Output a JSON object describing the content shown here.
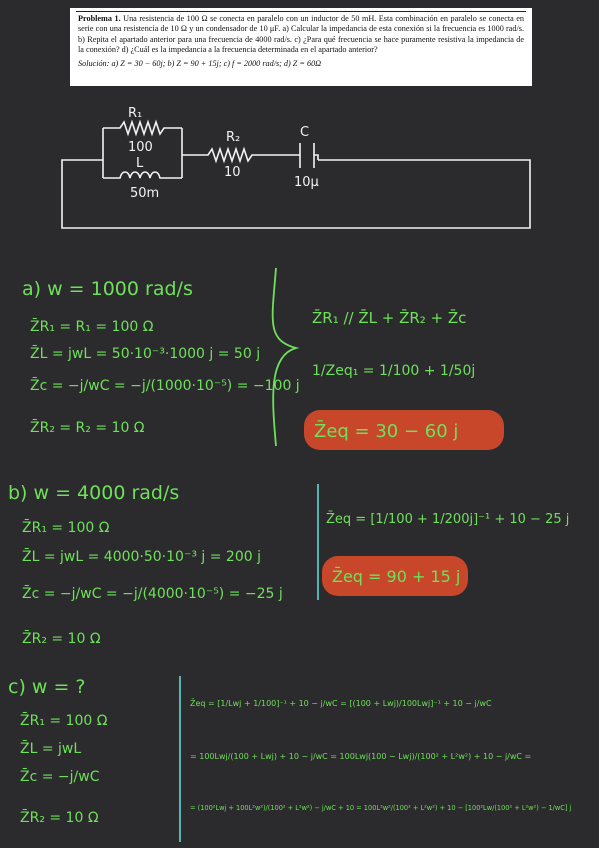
{
  "problem": {
    "number": "Problema 1.",
    "statement": "Una resistencia de 100 Ω se conecta en paralelo con un inductor de 50 mH. Esta combinación en paralelo se conecta en serie con una resistencia de 10 Ω y un condensador de 10 μF. a) Calcular la impedancia de esta conexión si la frecuencia es 1000 rad/s. b) Repita el apartado anterior para una frecuencia de 4000 rad/s. c) ¿Para qué frecuencia se hace puramente resistiva la impedancia de la conexión? d) ¿Cuál es la impedancia a la frecuencia determinada en el apartado anterior?",
    "solution_label": "Solución:",
    "solution": "a) Z = 30 − 60j; b) Z = 90 + 15j; c) f = 2000 rad/s; d) Z = 60Ω"
  },
  "circuit": {
    "r1_label": "R₁",
    "r1_value": "100",
    "l_label": "L",
    "l_value": "50m",
    "r2_label": "R₂",
    "r2_value": "10",
    "c_label": "C",
    "c_value": "10μ"
  },
  "part_a": {
    "heading": "a) w = 1000 rad/s",
    "lines": [
      "Z̄R₁ = R₁ = 100 Ω",
      "Z̄L = jwL = 50·10⁻³·1000 j = 50 j",
      "Z̄c = −j/wC = −j/(1000·10⁻⁵) = −100 j",
      "Z̄R₂ = R₂ = 10 Ω"
    ],
    "right_1": "Z̄R₁ // Z̄L + Z̄R₂ + Z̄c",
    "right_2": "1/Zeq₁ = 1/100 + 1/50j",
    "result": "Z̄eq = 30 − 60 j"
  },
  "part_b": {
    "heading": "b) w = 4000 rad/s",
    "lines": [
      "Z̄R₁ = 100 Ω",
      "Z̄L = jwL = 4000·50·10⁻³ j = 200 j",
      "Z̄c = −j/wC = −j/(4000·10⁻⁵) = −25 j",
      "Z̄R₂ = 10 Ω"
    ],
    "right_1": "Z̄eq = [1/100 + 1/200j]⁻¹ + 10 − 25 j",
    "result": "Z̄eq = 90 + 15 j"
  },
  "part_c": {
    "heading": "c) w = ?",
    "lines": [
      "Z̄R₁ = 100 Ω",
      "Z̄L = jwL",
      "Z̄c = −j/wC",
      "Z̄R₂ = 10 Ω"
    ],
    "right_1": "Z̄eq = [1/Lwj + 1/100]⁻¹ + 10 − j/wC = [(100 + Lwj)/100Lwj]⁻¹ + 10 − j/wC",
    "right_2": "= 100Lwj/(100 + Lwj) + 10 − j/wC = 100Lwj(100 − Lwj)/(100² + L²w²) + 10 − j/wC =",
    "right_3": "= (100²Lwj + 100L²w²)/(100² + L²w²) − j/wC + 10 = 100L²w²/(100² + L²w²) + 10 − [100²Lw/(100² + L²w²) − 1/wC] j"
  },
  "colors": {
    "background": "#2b2b2d",
    "green_ink": "#6fe05a",
    "white_ink": "#f2f2f2",
    "cyan_ink": "#62d8d4",
    "highlight": "#c8472a"
  }
}
